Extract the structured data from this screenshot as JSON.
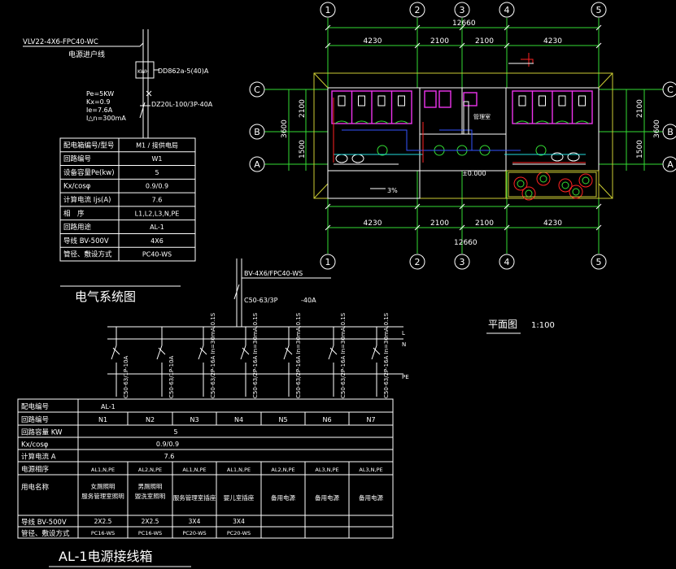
{
  "top_left": {
    "cable": "VLV22-4X6-FPC40-WC",
    "incoming": "电源进户线",
    "meter_box": "KWH",
    "meter": "DD862a-5(40)A",
    "pe": "Pe=5KW",
    "kx": "Kx=0.9",
    "ie": "Ie=7.6A",
    "idn": "I△n=300mA",
    "breaker": "DZ20L-100/3P-40A"
  },
  "left_table": [
    [
      "配电箱编号/型号",
      "M1 / 接供电局"
    ],
    [
      "回路编号",
      "W1"
    ],
    [
      "设备容量Pe(kw)",
      "5"
    ],
    [
      "Kx/cosφ",
      "0.9/0.9"
    ],
    [
      "计算电流 Ijs(A)",
      "7.6"
    ],
    [
      "相　序",
      "L1,L2,L3,N,PE"
    ],
    [
      "回路用途",
      "AL-1"
    ],
    [
      "导线 BV-500V",
      "4X6"
    ],
    [
      "管径、敷设方式",
      "PC40-WS"
    ]
  ],
  "system_title": "电气系统图",
  "plan": {
    "axes_x": [
      "1",
      "2",
      "3",
      "4",
      "5"
    ],
    "axes_y": [
      "C",
      "B",
      "A"
    ],
    "total": "12660",
    "dims": [
      "4230",
      "2100",
      "2100",
      "4230"
    ],
    "left_dims": [
      "2100",
      "1500"
    ],
    "left_total": "3600",
    "right_dims": [
      "2100",
      "1500"
    ],
    "right_total": "3600",
    "slope": "3%",
    "elevation": "±0.000",
    "room_label": "管理室",
    "title": "平面图",
    "scale": "1:100"
  },
  "al1": {
    "incoming_cable": "BV-4X6/FPC40-WS",
    "main_breaker": "C50-63/3P",
    "main_rating": "-40A",
    "phases": [
      "L",
      "N",
      "PE"
    ],
    "branches": [
      "C50-63/1P-10A",
      "C50-63/1P-10A",
      "C50-63/2P-16A In=30mA,0.1S",
      "C50-63/2P-16A In=30mA,0.1S",
      "C50-63/2P-16A In=30mA,0.1S",
      "C50-63/2P-16A In=30mA,0.1S",
      "C50-63/2P-16A In=30mA,0.1S"
    ],
    "table": {
      "labels": [
        "配电编号",
        "回路编号",
        "回路容量 KW",
        "Kx/cosφ",
        "计算电流 A",
        "电源相序",
        "用电名称",
        "导线 BV-500V",
        "管径、敷设方式"
      ],
      "box_no": "AL-1",
      "circuits": [
        "N1",
        "N2",
        "N3",
        "N4",
        "N5",
        "N6",
        "N7"
      ],
      "capacity": "5",
      "kx": "0.9/0.9",
      "current": "7.6",
      "phase_seq": [
        "AL1,N,PE",
        "AL2,N,PE",
        "AL1,N,PE",
        "AL1,N,PE",
        "AL2,N,PE",
        "AL3,N,PE",
        "AL3,N,PE"
      ],
      "usage": [
        [
          "女厕照明",
          "服务管理室照明"
        ],
        [
          "男厕照明",
          "盥洗室照明"
        ],
        [
          "服务管理室插座"
        ],
        [
          "婴儿室插座"
        ],
        [
          "备用电源"
        ],
        [
          "备用电源"
        ],
        [
          "备用电源"
        ]
      ],
      "wire": [
        "2X2.5",
        "2X2.5",
        "3X4",
        "3X4",
        "",
        "",
        ""
      ],
      "conduit": [
        "PC16-WS",
        "PC16-WS",
        "PC20-WS",
        "PC20-WS",
        "",
        "",
        ""
      ]
    },
    "title": "AL-1电源接线箱"
  }
}
